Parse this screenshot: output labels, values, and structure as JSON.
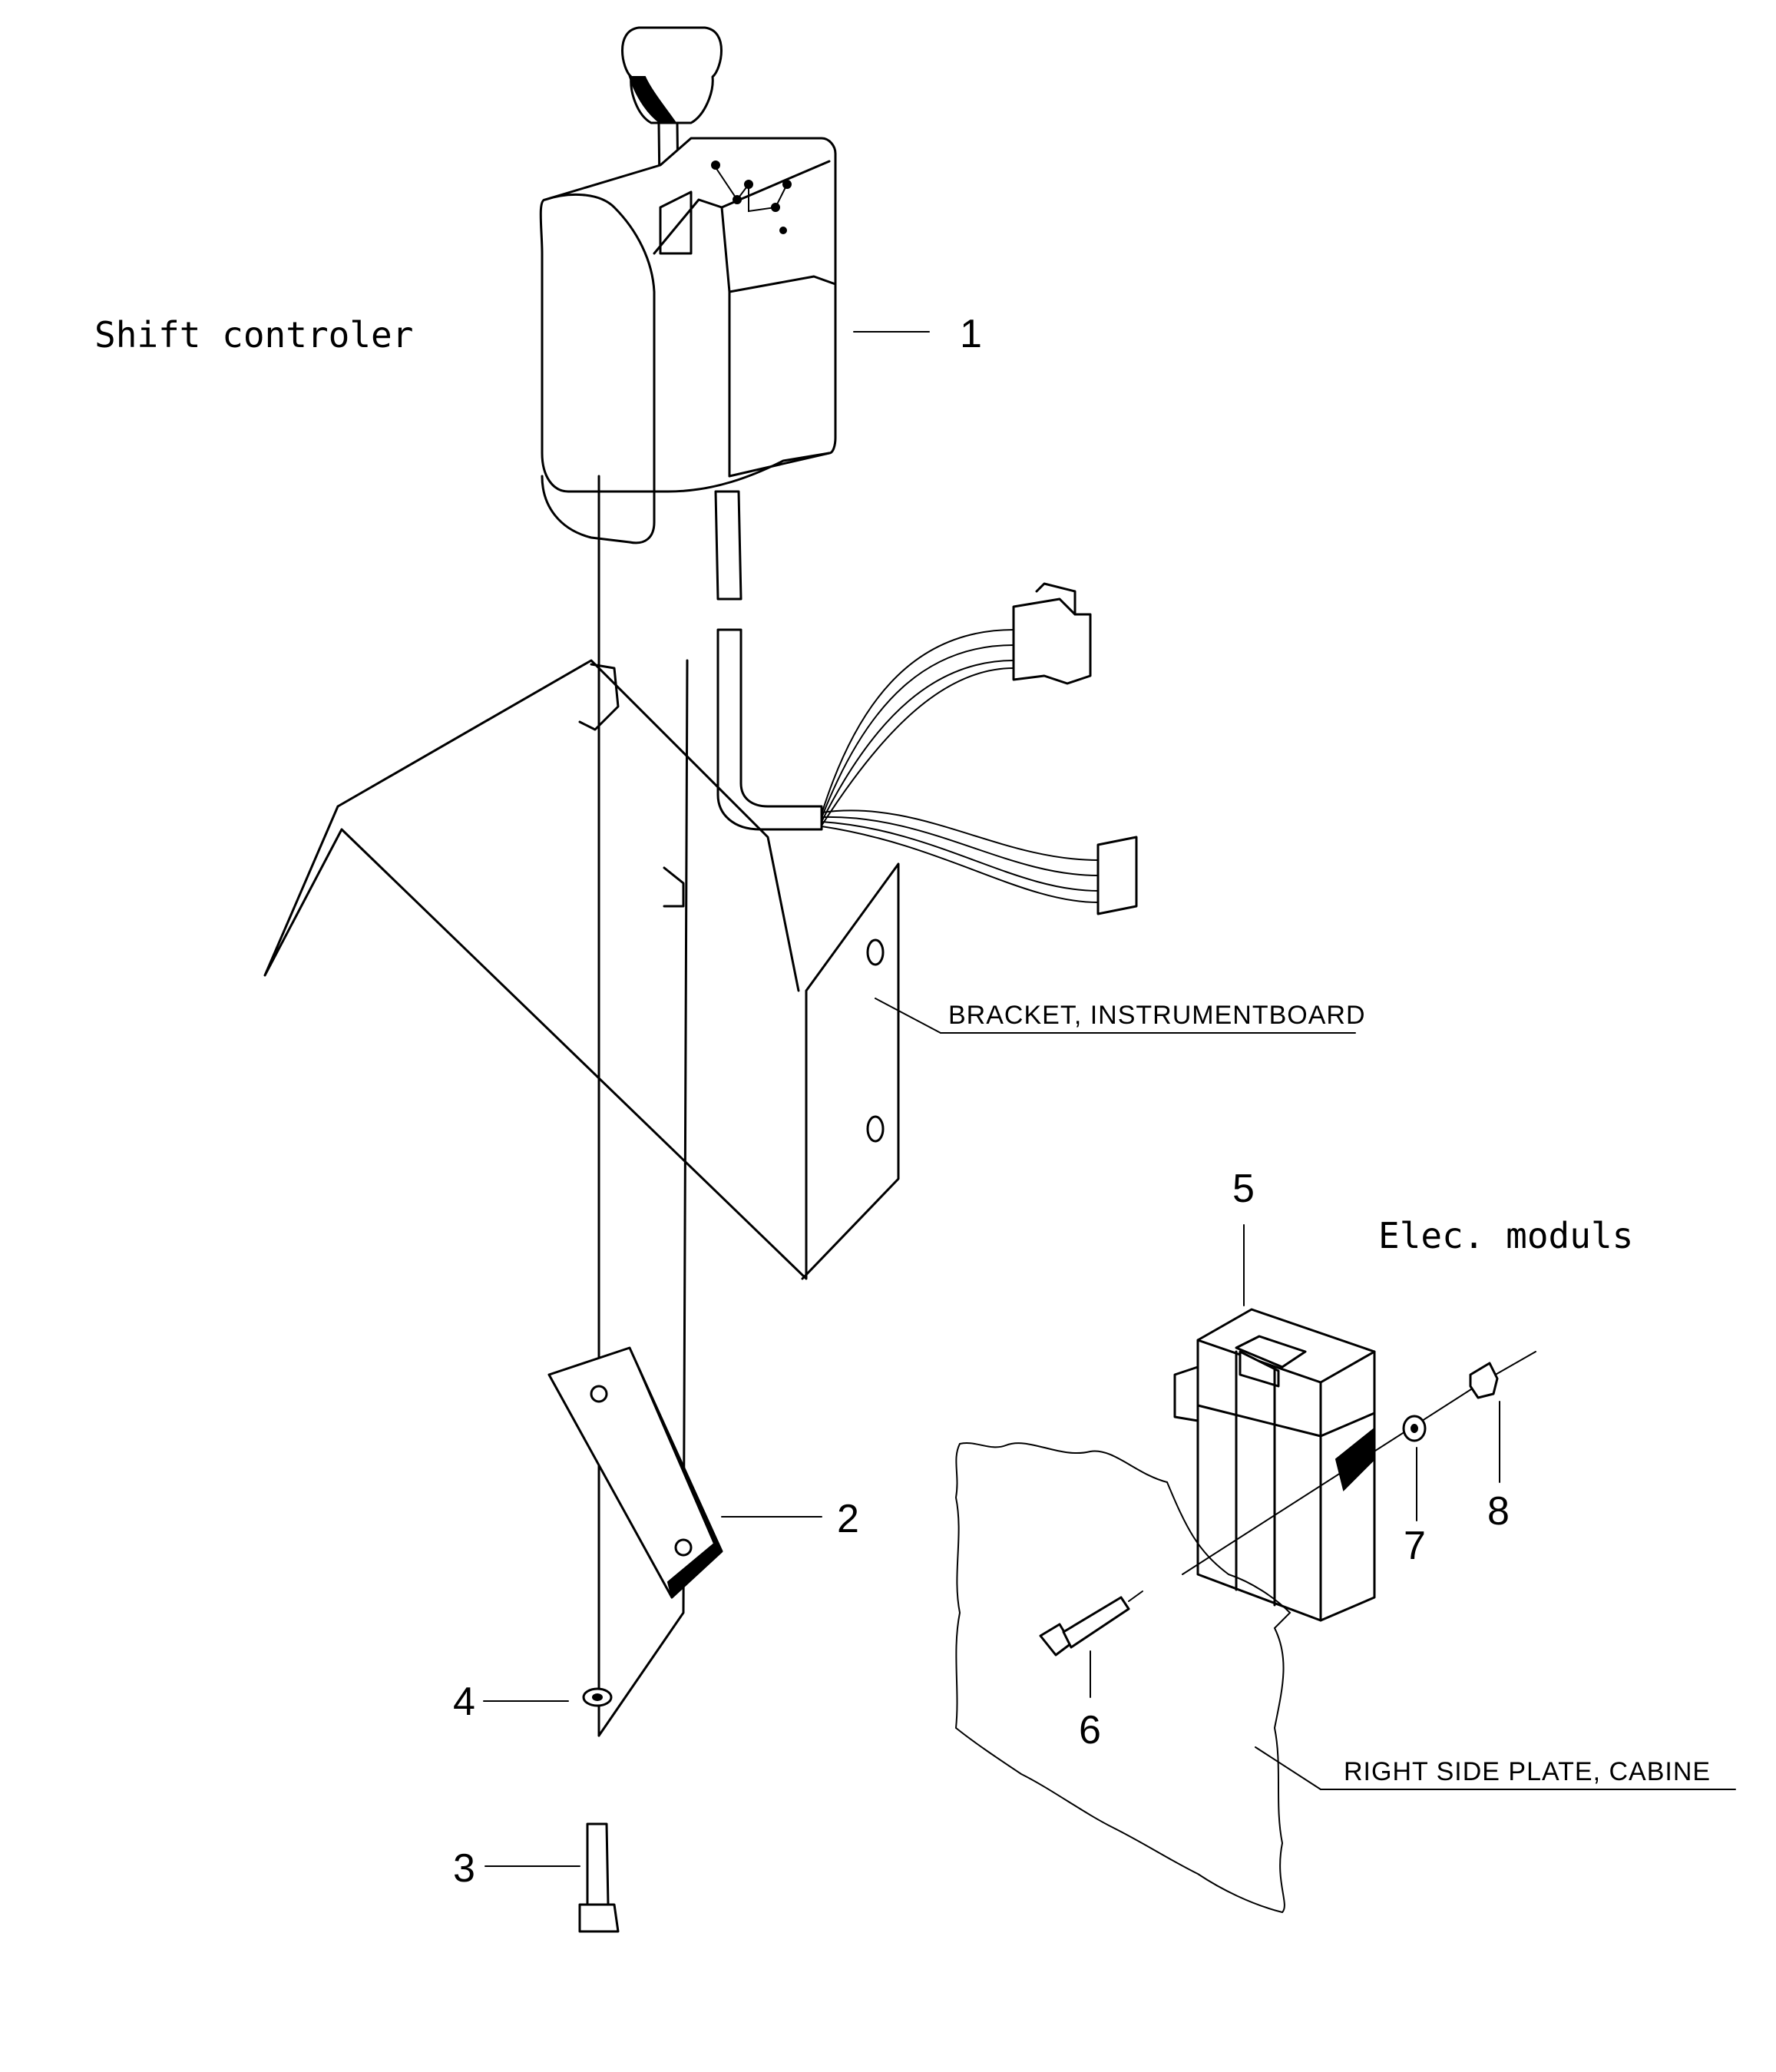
{
  "labels": {
    "shift_controller": "Shift controler",
    "elec_modules": "Elec. moduls",
    "bracket": "BRACKET, INSTRUMENTBOARD",
    "right_side_plate": "RIGHT SIDE PLATE, CABINE"
  },
  "callouts": {
    "c1": "1",
    "c2": "2",
    "c3": "3",
    "c4": "4",
    "c5": "5",
    "c6": "6",
    "c7": "7",
    "c8": "8"
  }
}
